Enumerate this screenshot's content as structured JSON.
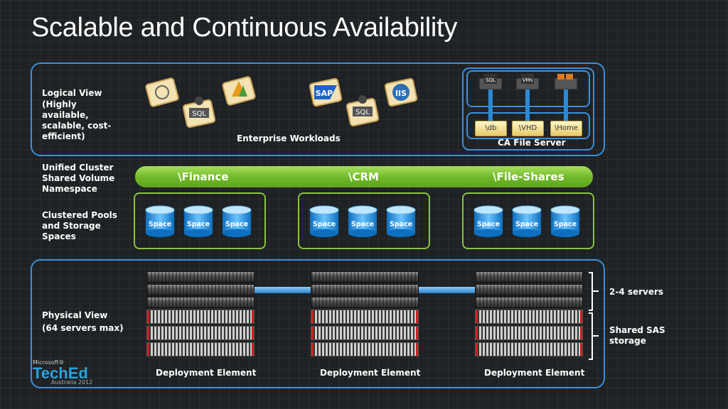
{
  "title": "Scalable and Continuous Availability",
  "labels": {
    "logical_view": "Logical View",
    "logical_desc": "(Highly available, scalable, cost-efficient)",
    "enterprise_workloads": "Enterprise Workloads",
    "ca_file_server": "CA File Server",
    "namespace_label": "Unified Cluster Shared Volume Namespace",
    "pools_label": "Clustered Pools and Storage Spaces",
    "physical_view": "Physical View",
    "physical_desc": "(64 servers max)",
    "servers": "2-4 servers",
    "shared_sas": "Shared SAS storage",
    "deployment_element": "Deployment Element"
  },
  "namespaces": [
    "\\Finance",
    "\\CRM",
    "\\File-Shares"
  ],
  "space_label": "Space",
  "shares": [
    "\\db",
    "\\VHD",
    "\\Home"
  ],
  "share_icons": [
    "SQL",
    "VMs",
    ""
  ],
  "workloads": [
    "",
    "SQL",
    "",
    "SAP",
    "SQL",
    "IIS"
  ],
  "logo": {
    "brand": "Microsoft®",
    "name": "TechEd",
    "sub": "Australia 2012"
  },
  "colors": {
    "panel": "#3b8fd9",
    "pool": "#86c441",
    "bar": "#6fb829"
  }
}
